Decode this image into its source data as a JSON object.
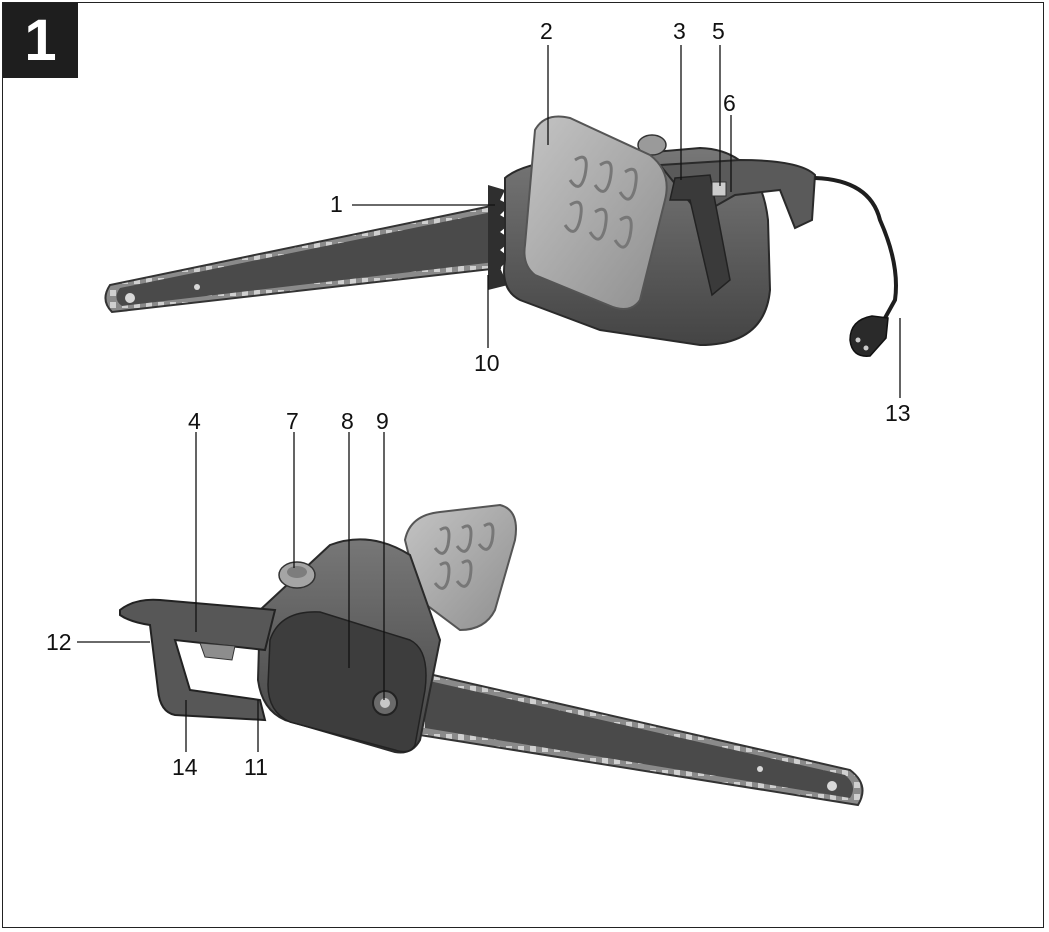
{
  "figure": {
    "number": "1"
  },
  "callouts": [
    {
      "id": "1",
      "text": "1"
    },
    {
      "id": "2",
      "text": "2"
    },
    {
      "id": "3",
      "text": "3"
    },
    {
      "id": "4",
      "text": "4"
    },
    {
      "id": "5",
      "text": "5"
    },
    {
      "id": "6",
      "text": "6"
    },
    {
      "id": "7",
      "text": "7"
    },
    {
      "id": "8",
      "text": "8"
    },
    {
      "id": "9",
      "text": "9"
    },
    {
      "id": "10",
      "text": "10"
    },
    {
      "id": "11",
      "text": "11"
    },
    {
      "id": "12",
      "text": "12"
    },
    {
      "id": "13",
      "text": "13"
    },
    {
      "id": "14",
      "text": "14"
    }
  ],
  "colors": {
    "body": "#5c5c5c",
    "guard": "#a9a9a9",
    "bar": "#4a4a4a",
    "chain": "#8a8a8a",
    "ink": "#111111"
  }
}
